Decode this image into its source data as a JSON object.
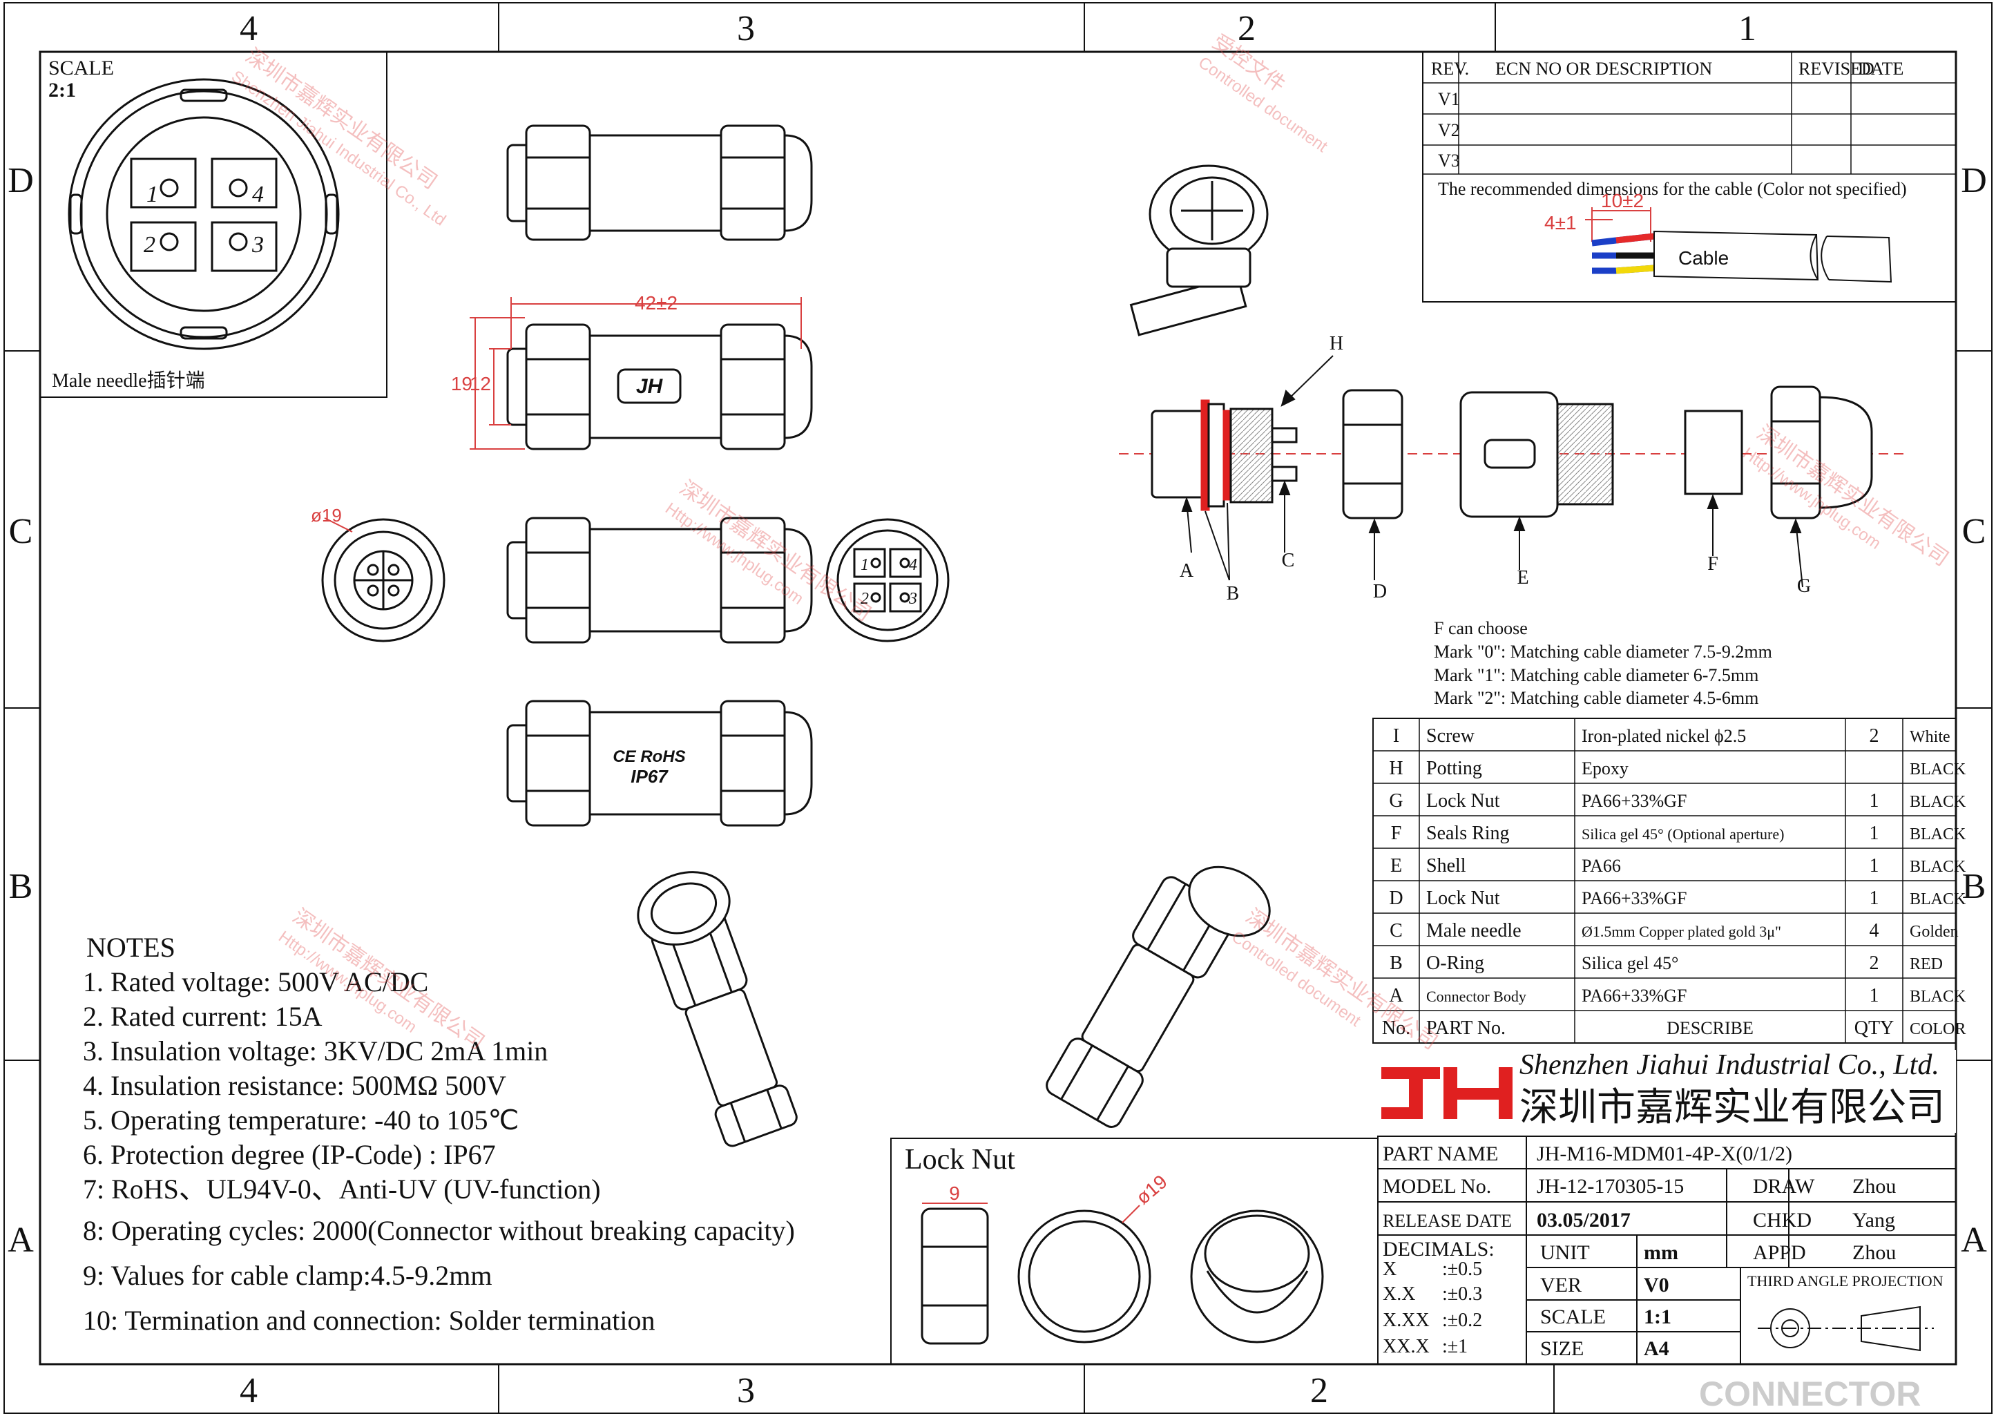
{
  "border": {
    "top_cols": [
      "4",
      "3",
      "2",
      "1"
    ],
    "bottom_cols": [
      "4",
      "3",
      "2"
    ],
    "left_rows": [
      "D",
      "C",
      "B",
      "A"
    ],
    "right_rows": [
      "D",
      "C",
      "B",
      "A"
    ]
  },
  "scale_box": {
    "title": "SCALE",
    "value": "2:1",
    "caption": "Male needle插针端",
    "pins": [
      "1",
      "4",
      "2",
      "3"
    ]
  },
  "revisions": {
    "headers": [
      "REV.",
      "ECN NO OR DESCRIPTION",
      "REVISED",
      "DATE"
    ],
    "rows": [
      "V1",
      "V2",
      "V3"
    ],
    "cable_note": "The recommended dimensions for the cable  (Color not specified)",
    "cable_dim_long": "10±2",
    "cable_dim_short": "4±1",
    "cable_label": "Cable",
    "wire_colors": [
      "#e52a2a",
      "#1b3fc7",
      "#f2d80a",
      "#111111"
    ]
  },
  "dimensions": {
    "length": "42±2",
    "height_outer": "19",
    "height_inner": "12",
    "front_dia": "ø19",
    "nut_width": "9",
    "nut_dia": "ø19"
  },
  "marks": {
    "ce_rohs": "CE RoHS",
    "ip": "IP67",
    "logo": "JH"
  },
  "callouts": [
    "A",
    "B",
    "C",
    "D",
    "E",
    "F",
    "G",
    "H"
  ],
  "choose": {
    "title": "F can choose",
    "lines": [
      "Mark \"0\": Matching cable diameter 7.5-9.2mm",
      "Mark \"1\": Matching cable diameter 6-7.5mm",
      "Mark \"2\": Matching cable diameter 4.5-6mm"
    ]
  },
  "bom": {
    "rows": [
      {
        "no": "I",
        "part": "Screw",
        "desc": "Iron-plated nickel ϕ2.5",
        "qty": "2",
        "color": "White"
      },
      {
        "no": "H",
        "part": "Potting",
        "desc": "Epoxy",
        "qty": "",
        "color": "BLACK"
      },
      {
        "no": "G",
        "part": "Lock Nut",
        "desc": "PA66+33%GF",
        "qty": "1",
        "color": "BLACK"
      },
      {
        "no": "F",
        "part": "Seals Ring",
        "desc": "Silica gel 45°  (Optional aperture)",
        "qty": "1",
        "color": "BLACK"
      },
      {
        "no": "E",
        "part": "Shell",
        "desc": "PA66",
        "qty": "1",
        "color": "BLACK"
      },
      {
        "no": "D",
        "part": "Lock Nut",
        "desc": "PA66+33%GF",
        "qty": "1",
        "color": "BLACK"
      },
      {
        "no": "C",
        "part": "Male needle",
        "desc": "Ø1.5mm Copper plated gold 3μ\"",
        "qty": "4",
        "color": "Golden"
      },
      {
        "no": "B",
        "part": "O-Ring",
        "desc": "Silica gel 45°",
        "qty": "2",
        "color": "RED"
      },
      {
        "no": "A",
        "part": "Connector Body",
        "desc": "PA66+33%GF",
        "qty": "1",
        "color": "BLACK"
      }
    ],
    "header": {
      "no": "No.",
      "part": "PART No.",
      "desc": "DESCRIBE",
      "qty": "QTY",
      "color": "COLOR"
    }
  },
  "company": {
    "name_en": "Shenzhen Jiahui Industrial Co., Ltd.",
    "name_cn": "深圳市嘉辉实业有限公司",
    "logo": "JH"
  },
  "title_block": {
    "part_name_label": "PART NAME",
    "part_name": "JH-M16-MDM01-4P-X(0/1/2)",
    "model_label": "MODEL No.",
    "model": "JH-12-170305-15",
    "draw_label": "DRAW",
    "draw": "Zhou",
    "release_label": "RELEASE DATE",
    "release": "03.05/2017",
    "chkd_label": "CHKD",
    "chkd": "Yang",
    "decimals_label": "DECIMALS:",
    "decimals": [
      {
        "k": "X",
        "v": ":±0.5"
      },
      {
        "k": "X.X",
        "v": ":±0.3"
      },
      {
        "k": "X.XX",
        "v": ":±0.2"
      },
      {
        "k": "XX.X",
        "v": ":±1"
      }
    ],
    "unit_label": "UNIT",
    "unit": "mm",
    "appd_label": "APPD",
    "appd": "Zhou",
    "ver_label": "VER",
    "ver": "V0",
    "projection": "THIRD ANGLE PROJECTION",
    "scale_label": "SCALE",
    "scale": "1:1",
    "size_label": "SIZE",
    "size": "A4"
  },
  "lock_nut_title": "Lock Nut",
  "notes": {
    "title": "NOTES",
    "items": [
      "1. Rated voltage: 500V AC/DC",
      "2. Rated current: 15A",
      "3. Insulation voltage: 3KV/DC 2mA 1min",
      "4. Insulation resistance: 500MΩ 500V",
      "5. Operating temperature: -40 to 105℃",
      "6. Protection degree (IP-Code) : IP67",
      "7: RoHS、UL94V-0、Anti-UV (UV-function)",
      "8: Operating cycles: 2000(Connector without breaking capacity)",
      "9: Values for cable clamp:4.5-9.2mm",
      "10: Termination and connection: Solder termination"
    ]
  },
  "watermark": {
    "cn_name": "深圳市嘉辉实业有限公司",
    "en_name": "Shenzhen Jiahui Industrial Co., Ltd",
    "cn_doc": "受控文件",
    "en_doc": "Controlled document",
    "url": "Http://www.jhplug.com",
    "footer": "CONNECTOR"
  },
  "colors": {
    "ink": "#111111",
    "accent": "#e02020",
    "dim": "#d94040"
  }
}
